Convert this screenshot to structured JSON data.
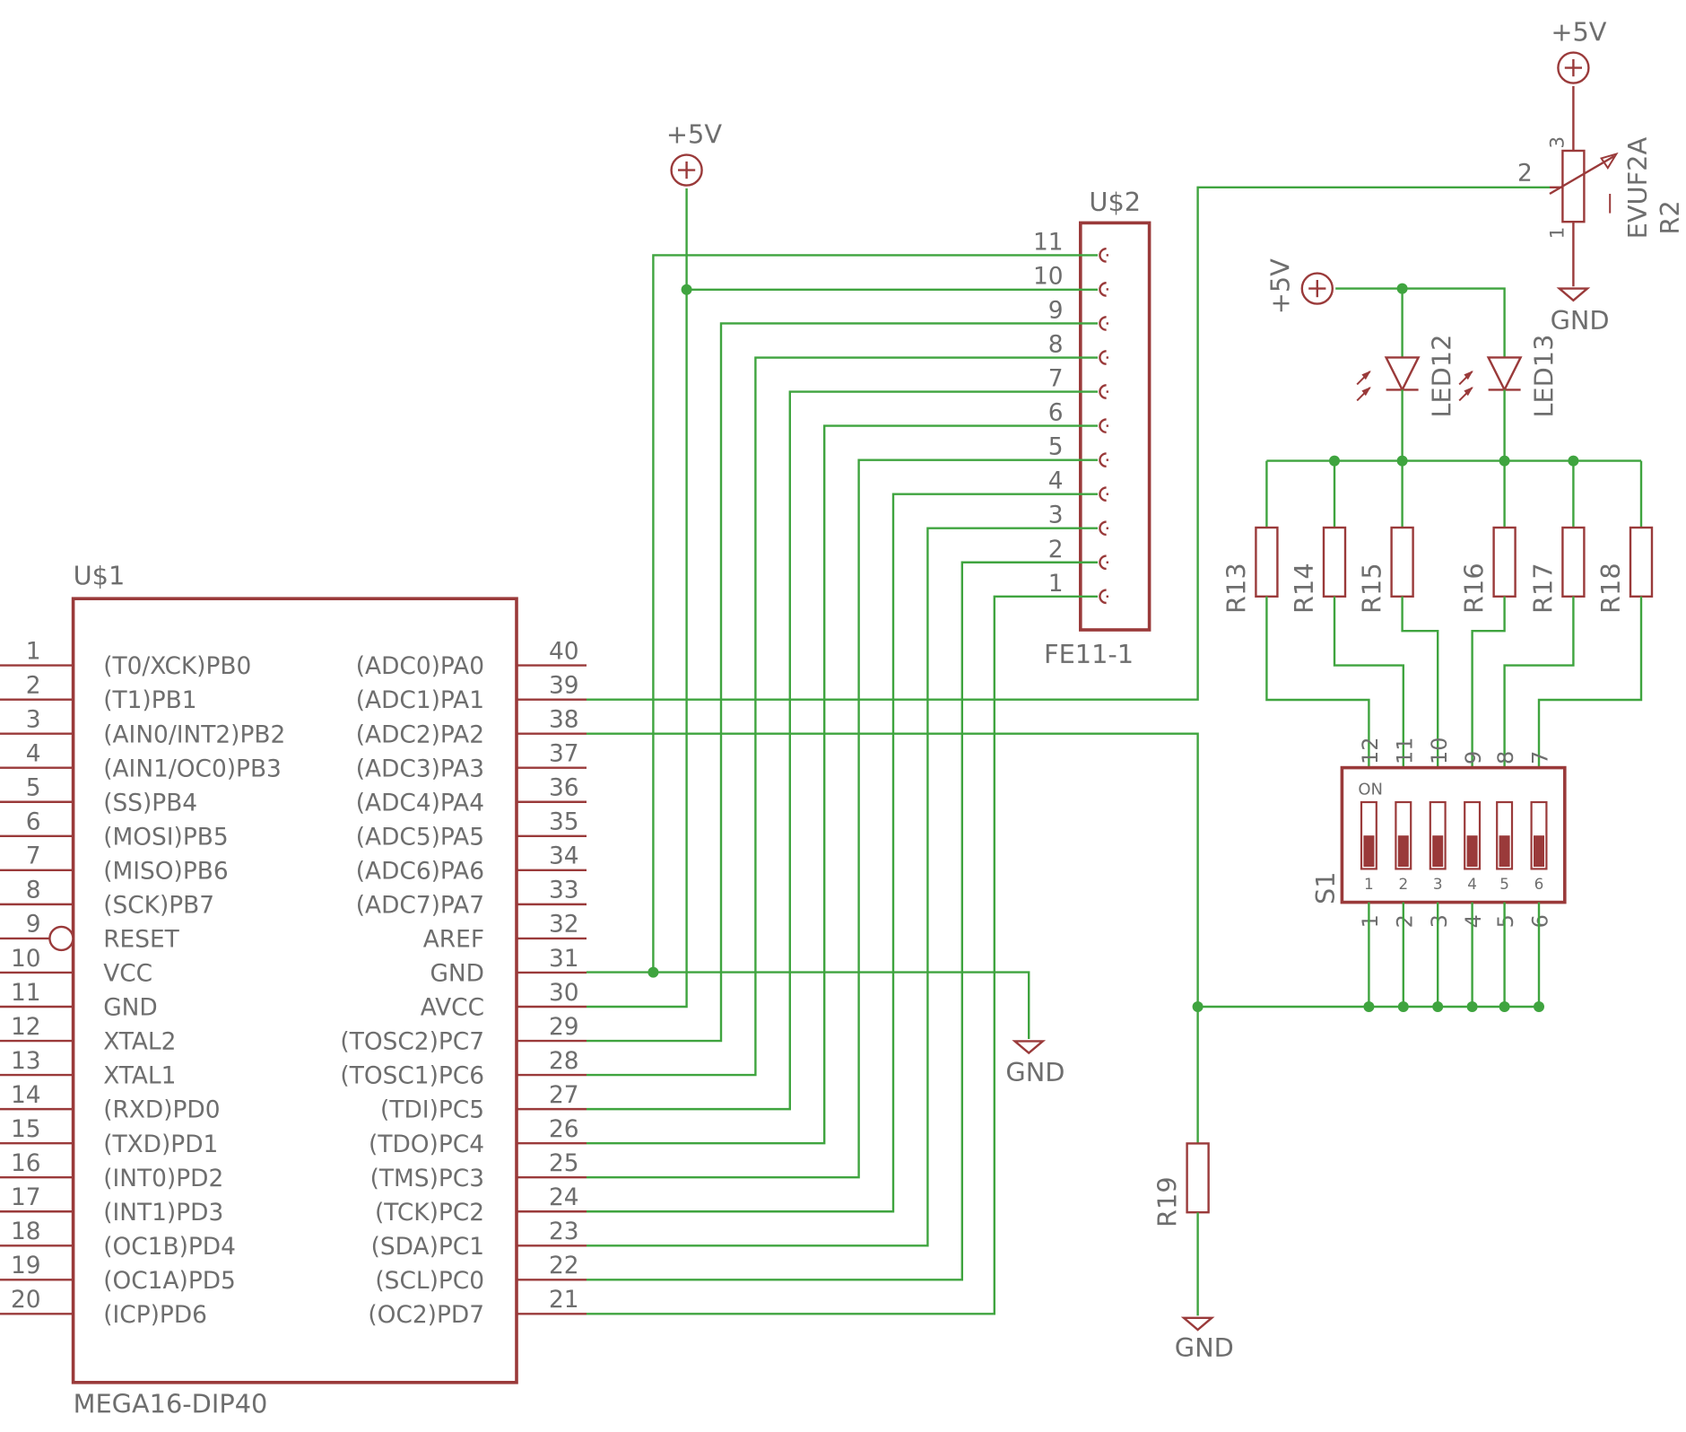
{
  "colors": {
    "wire": "#3fa43f",
    "part": "#9a3a3a",
    "text": "#6e6e6e",
    "junction": "#3fa43f",
    "switch_fill": "#9a3a3a"
  },
  "u1": {
    "name": "U$1",
    "value": "MEGA16-DIP40",
    "left_pins": [
      {
        "num": "1",
        "label": "(T0/XCK)PB0"
      },
      {
        "num": "2",
        "label": "(T1)PB1"
      },
      {
        "num": "3",
        "label": "(AIN0/INT2)PB2"
      },
      {
        "num": "4",
        "label": "(AIN1/OC0)PB3"
      },
      {
        "num": "5",
        "label": "(SS)PB4"
      },
      {
        "num": "6",
        "label": "(MOSI)PB5"
      },
      {
        "num": "7",
        "label": "(MISO)PB6"
      },
      {
        "num": "8",
        "label": "(SCK)PB7"
      },
      {
        "num": "9",
        "label": "RESET"
      },
      {
        "num": "10",
        "label": "VCC"
      },
      {
        "num": "11",
        "label": "GND"
      },
      {
        "num": "12",
        "label": "XTAL2"
      },
      {
        "num": "13",
        "label": "XTAL1"
      },
      {
        "num": "14",
        "label": "(RXD)PD0"
      },
      {
        "num": "15",
        "label": "(TXD)PD1"
      },
      {
        "num": "16",
        "label": "(INT0)PD2"
      },
      {
        "num": "17",
        "label": "(INT1)PD3"
      },
      {
        "num": "18",
        "label": "(OC1B)PD4"
      },
      {
        "num": "19",
        "label": "(OC1A)PD5"
      },
      {
        "num": "20",
        "label": "(ICP)PD6"
      }
    ],
    "right_pins": [
      {
        "num": "40",
        "label": "(ADC0)PA0"
      },
      {
        "num": "39",
        "label": "(ADC1)PA1"
      },
      {
        "num": "38",
        "label": "(ADC2)PA2"
      },
      {
        "num": "37",
        "label": "(ADC3)PA3"
      },
      {
        "num": "36",
        "label": "(ADC4)PA4"
      },
      {
        "num": "35",
        "label": "(ADC5)PA5"
      },
      {
        "num": "34",
        "label": "(ADC6)PA6"
      },
      {
        "num": "33",
        "label": "(ADC7)PA7"
      },
      {
        "num": "32",
        "label": "AREF"
      },
      {
        "num": "31",
        "label": "GND"
      },
      {
        "num": "30",
        "label": "AVCC"
      },
      {
        "num": "29",
        "label": "(TOSC2)PC7"
      },
      {
        "num": "28",
        "label": "(TOSC1)PC6"
      },
      {
        "num": "27",
        "label": "(TDI)PC5"
      },
      {
        "num": "26",
        "label": "(TDO)PC4"
      },
      {
        "num": "25",
        "label": "(TMS)PC3"
      },
      {
        "num": "24",
        "label": "(TCK)PC2"
      },
      {
        "num": "23",
        "label": "(SDA)PC1"
      },
      {
        "num": "22",
        "label": "(SCL)PC0"
      },
      {
        "num": "21",
        "label": "(OC2)PD7"
      }
    ]
  },
  "u2": {
    "name": "U$2",
    "value": "FE11-1",
    "pins": [
      "11",
      "10",
      "9",
      "8",
      "7",
      "6",
      "5",
      "4",
      "3",
      "2",
      "1"
    ]
  },
  "supply": {
    "vcc": "+5V",
    "gnd": "GND"
  },
  "pot": {
    "name": "R2",
    "value": "EVUF2A",
    "pins": [
      "3",
      "2",
      "1"
    ]
  },
  "leds": [
    "LED12",
    "LED13"
  ],
  "resistors": [
    "R13",
    "R14",
    "R15",
    "R16",
    "R17",
    "R18",
    "R19"
  ],
  "switch": {
    "name": "S1",
    "on_label": "ON",
    "top_pins": [
      "12",
      "11",
      "10",
      "9",
      "8",
      "7"
    ],
    "bottom_pins": [
      "1",
      "2",
      "3",
      "4",
      "5",
      "6"
    ],
    "positions": [
      "1",
      "2",
      "3",
      "4",
      "5",
      "6"
    ]
  }
}
